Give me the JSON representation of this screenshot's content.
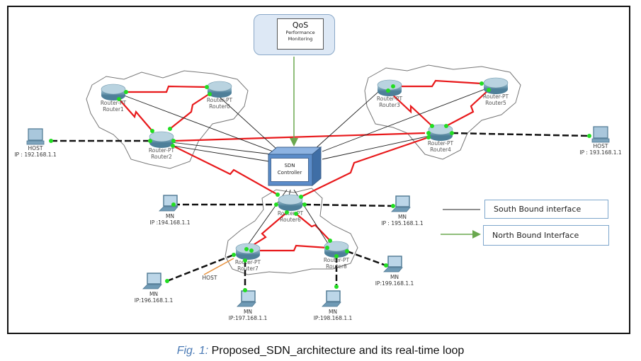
{
  "qos": {
    "title": "QoS",
    "line1": "Performance",
    "line2": "Monitoring"
  },
  "controller": {
    "line1": "SDN",
    "line2": "Controller"
  },
  "routers": [
    {
      "type": "Router-PT",
      "name": "Router1"
    },
    {
      "type": "Router-PT",
      "name": "Router0"
    },
    {
      "type": "Router-PT",
      "name": "Router2"
    },
    {
      "type": "Router-PT",
      "name": "Router3"
    },
    {
      "type": "Router-PT",
      "name": "Router5"
    },
    {
      "type": "Router-PT",
      "name": "Router4"
    },
    {
      "type": "Router-PT",
      "name": "Router6"
    },
    {
      "type": "Router-PT",
      "name": "Router7"
    },
    {
      "type": "Router-PT",
      "name": "Router8"
    }
  ],
  "hosts": [
    {
      "name": "HOST",
      "ip": "IP : 192.168.1.1"
    },
    {
      "name": "HOST",
      "ip": "IP : 193.168.1.1"
    }
  ],
  "mobile_nodes": [
    {
      "name": "MN",
      "ip": "IP :194.168.1.1"
    },
    {
      "name": "MN",
      "ip": "IP : 195.168.1.1"
    },
    {
      "name": "MN",
      "ip": "IP:196.168.1.1"
    },
    {
      "name": "MN",
      "ip": "IP:197.168.1.1"
    },
    {
      "name": "MN",
      "ip": "IP:198.168.1.1"
    },
    {
      "name": "MN",
      "ip": "IP:199.168.1.1"
    }
  ],
  "host_link_label": "HOST",
  "legend": {
    "south": "South Bound interface",
    "north": "North Bound Interface"
  },
  "colors": {
    "link_red": "#e8191b",
    "port_green": "#22dd22",
    "north_arrow": "#6aa84f",
    "south_line": "#222222",
    "qos_fill": "#dde8f5",
    "controller_blue": "#4f81bd"
  },
  "caption": {
    "fig": "Fig. 1:",
    "text": " Proposed_SDN_architecture and its real-time loop"
  }
}
